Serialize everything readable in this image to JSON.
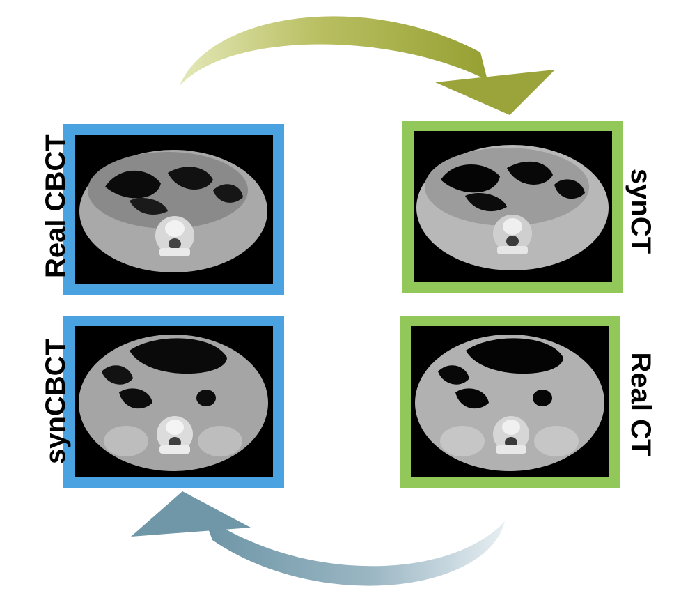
{
  "panels": {
    "real_cbct": {
      "label": "Real CBCT",
      "frame_color": "#4aa3e0"
    },
    "syn_ct": {
      "label": "synCT",
      "frame_color": "#92c85a"
    },
    "syn_cbct": {
      "label": "synCBCT",
      "frame_color": "#4aa3e0"
    },
    "real_ct": {
      "label": "Real CT",
      "frame_color": "#92c85a"
    }
  },
  "arrows": {
    "top": {
      "color": "#9aa43a",
      "direction": "clockwise"
    },
    "bottom": {
      "color": "#6f97a8",
      "direction": "counter-clockwise"
    }
  }
}
